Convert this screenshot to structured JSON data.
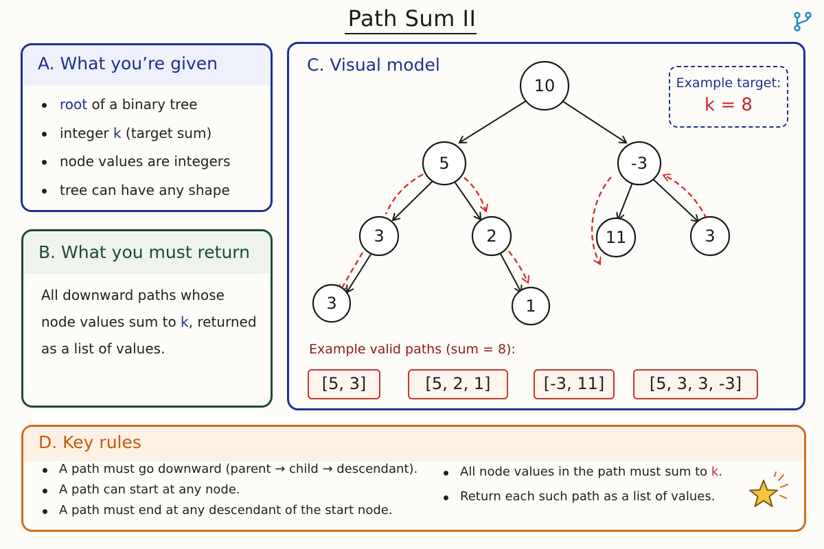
{
  "title": "Path Sum II",
  "panel_a": {
    "heading": "A. What you’re given",
    "items": [
      {
        "keyword": "root",
        "text": " of a binary tree"
      },
      {
        "pre": "integer ",
        "keyword": "k",
        "text": " (target sum)"
      },
      {
        "text": "node values are integers"
      },
      {
        "text": "tree can have any shape"
      }
    ]
  },
  "panel_b": {
    "heading": "B. What you must return",
    "text_before": "All downward paths whose node values sum to ",
    "keyword": "k",
    "text_after": ", returned as a list of values."
  },
  "panel_c": {
    "heading": "C. Visual model",
    "target_label": "Example target:",
    "target_value": "k = 8",
    "tree_nodes": {
      "root": "10",
      "left": "5",
      "right": "-3",
      "left_left": "3",
      "left_right": "2",
      "right_left": "11",
      "right_right": "3",
      "left_left_left": "3",
      "left_right_right": "1"
    },
    "paths_label": "Example valid paths (sum = 8):",
    "paths": [
      "[5, 3]",
      "[5, 2, 1]",
      "[-3, 11]",
      "[5, 3, 3, -3]"
    ]
  },
  "panel_d": {
    "heading": "D. Key rules",
    "rules_left": [
      "A path must go downward (parent → child → descendant).",
      "A path can start at any node.",
      "A path must end at any descendant of the start node."
    ],
    "rule_right_1_before": "All node values in the path must sum to ",
    "rule_right_1_keyword": "k",
    "rule_right_1_after": ".",
    "rule_right_2": "Return each such path as a list of values."
  },
  "icons": {
    "corner": "branch-icon",
    "star": "star-icon"
  },
  "colors": {
    "blue": "#1e2f8f",
    "green": "#1f4a2e",
    "orange": "#cf6b1f",
    "red": "#c62828",
    "star": "#f5c542"
  }
}
